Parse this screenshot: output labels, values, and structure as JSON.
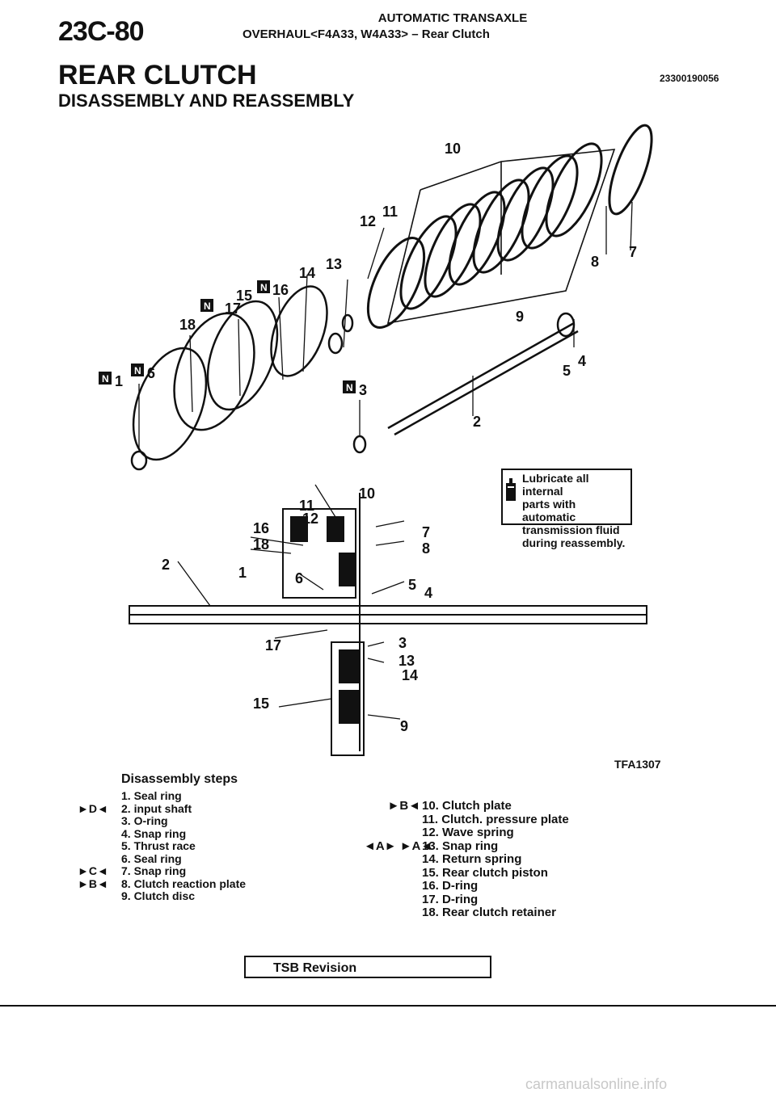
{
  "header": {
    "page_number": "23C-80",
    "title": "AUTOMATIC TRANSAXLE",
    "subtitle": "OVERHAUL<F4A33, W4A33> – Rear Clutch"
  },
  "section_title": "REAR CLUTCH",
  "subsection_title": "DISASSEMBLY AND REASSEMBLY",
  "reference_code": "23300190056",
  "figure": {
    "code": "TFA1307",
    "callouts_exploded": [
      "10",
      "11",
      "12",
      "13",
      "14",
      "15",
      "16",
      "17",
      "18",
      "1",
      "6",
      "3",
      "2",
      "9",
      "8",
      "7",
      "4",
      "5"
    ],
    "callouts_section": [
      "10",
      "11",
      "12",
      "16",
      "18",
      "2",
      "1",
      "6",
      "7",
      "8",
      "5",
      "4",
      "17",
      "3",
      "13",
      "14",
      "15",
      "9"
    ],
    "new_part_marker": "N"
  },
  "lubricate_note": {
    "line1": "Lubricate all internal",
    "line2": "parts with automatic",
    "line3": "transmission fluid",
    "line4": "during reassembly."
  },
  "steps_title": "Disassembly steps",
  "steps_left": [
    "1. Seal ring",
    "2. input shaft",
    "3. O-ring",
    "4. Snap ring",
    "5. Thrust race",
    "6. Seal ring",
    "7. Snap ring",
    "8. Clutch reaction plate",
    "9. Clutch disc"
  ],
  "markers_left": [
    "",
    "►D◄",
    "",
    "",
    "",
    "",
    "►C◄",
    "►B◄",
    ""
  ],
  "steps_right": [
    "10. Clutch plate",
    "11. Clutch. pressure plate",
    "12. Wave spring",
    "13. Snap ring",
    "14. Return spring",
    "15. Rear clutch piston",
    "16. D-ring",
    "17. D-ring",
    "18. Rear clutch retainer"
  ],
  "markers_right": [
    "►B◄",
    "",
    "",
    "◄A► ►A◄",
    "",
    "",
    "",
    "",
    ""
  ],
  "tsb_label": "TSB Revision",
  "footer": "carmanualsonline.info"
}
